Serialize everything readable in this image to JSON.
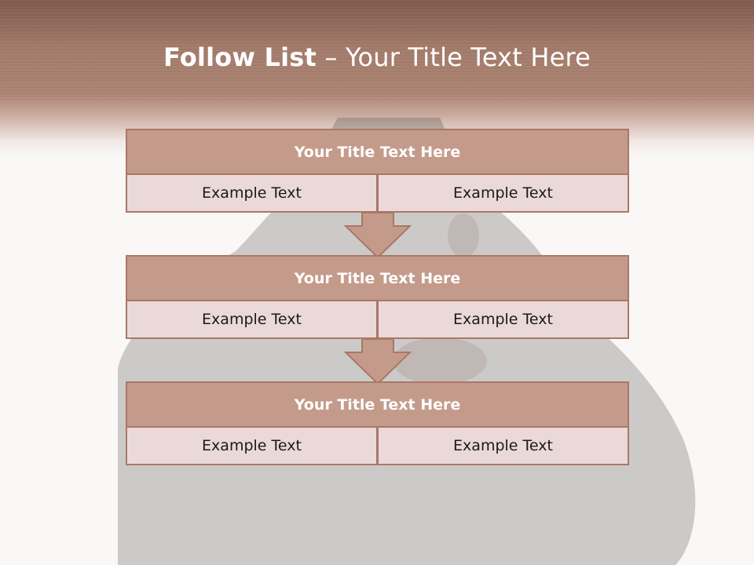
{
  "slide": {
    "title_bold": "Follow List",
    "title_rest": " – Your Title Text Here"
  },
  "steps": [
    {
      "title": "Your Title Text Here",
      "left": "Example Text",
      "right": "Example Text"
    },
    {
      "title": "Your Title Text Here",
      "left": "Example Text",
      "right": "Example Text"
    },
    {
      "title": "Your Title Text Here",
      "left": "Example Text",
      "right": "Example Text"
    }
  ],
  "colors": {
    "banner": "#a37a6a",
    "header_fill": "#c49b8b",
    "cell_fill": "#ead9d8",
    "border": "#a97866"
  }
}
